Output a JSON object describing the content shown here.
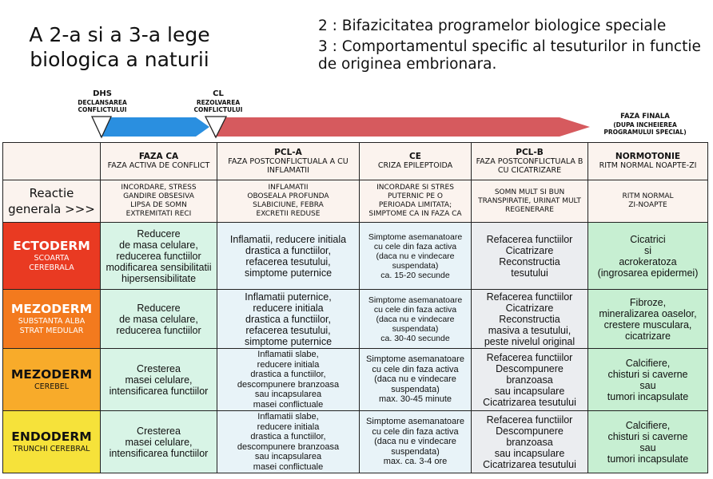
{
  "title": "A 2-a si a 3-a lege biologica a naturii",
  "subtitle": {
    "line1": "2 : Bifazicitatea programelor biologice speciale",
    "line2": "3 : Comportamentul specific al tesuturilor in functie de originea embrionara."
  },
  "markers": {
    "dhs": {
      "abbr": "DHS",
      "text": "DECLANSAREA CONFLICTULUI"
    },
    "cl": {
      "abbr": "CL",
      "text": "REZOLVAREA CONFLICTULUI"
    },
    "final": {
      "abbr": "FAZA FINALA",
      "text": "(DUPA INCHEIEREA PROGRAMULUI SPECIAL)"
    }
  },
  "colors": {
    "phase_ca": "#2a8fe0",
    "phase_pcl": "#d65a5e"
  },
  "header": [
    {
      "title": "FAZA CA",
      "text": "FAZA ACTIVA DE CONFLICT"
    },
    {
      "title": "PCL-A",
      "text": "FAZA POSTCONFLICTUALA A CU INFLAMATII"
    },
    {
      "title": "CE",
      "text": "CRIZA EPILEPTOIDA"
    },
    {
      "title": "PCL-B",
      "text": "FAZA POSTCONFLICTUALA B CU CICATRIZARE"
    },
    {
      "title": "NORMOTONIE",
      "text": "RITM NORMAL NOAPTE-ZI"
    }
  ],
  "reactie": {
    "label": "Reactie generala >>>",
    "cells": [
      "INCORDARE, STRESS\nGANDIRE OBSESIVA\nLIPSA DE SOMN\nEXTREMITATI RECI",
      "INFLAMATII\nOBOSEALA PROFUNDA\nSLABICIUNE, FEBRA\nEXCRETII REDUSE",
      "INCORDARE SI STRES\nPUTERNIC PE O\nPERIOADA LIMITATA;\nSIMPTOME CA IN FAZA CA",
      "SOMN MULT SI BUN\nTRANSPIRATIE, URINAT MULT\nREGENERARE",
      "RITM NORMAL\nZI-NOAPTE"
    ]
  },
  "layers": [
    {
      "name": "ECTODERM",
      "sub": "SCOARTA\nCEREBRALA",
      "cells": [
        "Reducere\nde masa celulare,\nreducerea functiilor\nmodificarea sensibilitatii\nhipersensibilitate",
        "Inflamatii, reducere initiala\ndrastica a functiilor,\nrefacerea tesutului,\nsimptome puternice",
        "Simptome asemanatoare\ncu cele din faza activa\n(daca nu e vindecare\nsuspendata)\nca. 15-20 secunde",
        "Refacerea functiilor\nCicatrizare\nReconstructia\ntesutului",
        "Cicatrici\nsi\nacrokeratoza\n(ingrosarea epidermei)"
      ]
    },
    {
      "name": "MEZODERM",
      "sub": "SUBSTANTA ALBA\nSTRAT MEDULAR",
      "cells": [
        "Reducere\nde masa celulare,\nreducerea functiilor",
        "Inflamatii puternice,\nreducere initiala\ndrastica a functiilor,\nrefacerea tesutului,\nsimptome puternice",
        "Simptome asemanatoare\ncu cele din faza activa\n(daca nu e vindecare\nsuspendata)\nca. 30-40 secunde",
        "Refacerea functiilor\nCicatrizare\nReconstructia\nmasiva a tesutului,\npeste nivelul original",
        "Fibroze,\nmineralizarea oaselor,\ncrestere musculara,\ncicatrizare"
      ]
    },
    {
      "name": "MEZODERM",
      "sub": "CEREBEL",
      "cells": [
        "Cresterea\nmasei celulare,\nintensificarea functiilor",
        "Inflamatii slabe,\nreducere initiala\ndrastica a functiilor,\ndescompunere branzoasa\nsau incapsularea\nmasei conflictuale",
        "Simptome asemanatoare\ncu cele din faza activa\n(daca nu e vindecare\nsuspendata)\nmax. 30-45 minute",
        "Refacerea functiilor\nDescompunere\nbranzoasa\nsau incapsulare\nCicatrizarea tesutului",
        "Calcifiere,\nchisturi si caverne\nsau\ntumori incapsulate"
      ]
    },
    {
      "name": "ENDODERM",
      "sub": "TRUNCHI CEREBRAL",
      "cells": [
        "Cresterea\nmasei celulare,\nintensificarea functiilor",
        "Inflamatii slabe,\nreducere initiala\ndrastica a functiilor,\ndescompunere branzoasa\nsau incapsularea\nmasei conflictuale",
        "Simptome asemanatoare\ncu cele din faza activa\n(daca nu e vindecare\nsuspendata)\nmax. ca. 3-4 ore",
        "Refacerea functiilor\nDescompunere\nbranzoasa\nsau incapsulare\nCicatrizarea tesutului",
        "Calcifiere,\nchisturi si caverne\nsau\ntumori incapsulate"
      ]
    }
  ]
}
